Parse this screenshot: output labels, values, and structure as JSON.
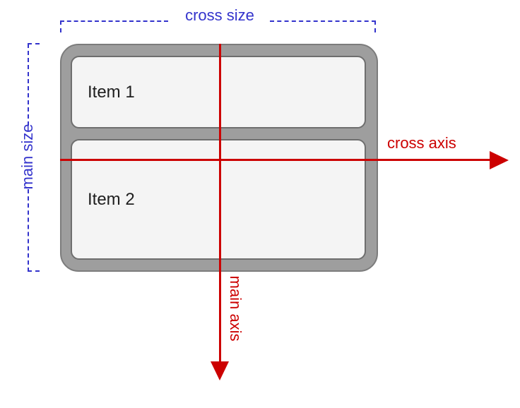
{
  "diagram": {
    "items": [
      {
        "label": "Item 1"
      },
      {
        "label": "Item 2"
      }
    ],
    "labels": {
      "cross_size": "cross size",
      "main_size": "main size",
      "cross_axis": "cross axis",
      "main_axis": "main axis"
    },
    "colors": {
      "axis_red": "#cc0000",
      "size_blue": "#3333cc",
      "container_gray": "#9e9e9e",
      "container_border": "#7c7c7c",
      "item_fill": "#f4f4f4",
      "item_border": "#6e6e6e",
      "text_dark": "#1f1f1f"
    }
  }
}
